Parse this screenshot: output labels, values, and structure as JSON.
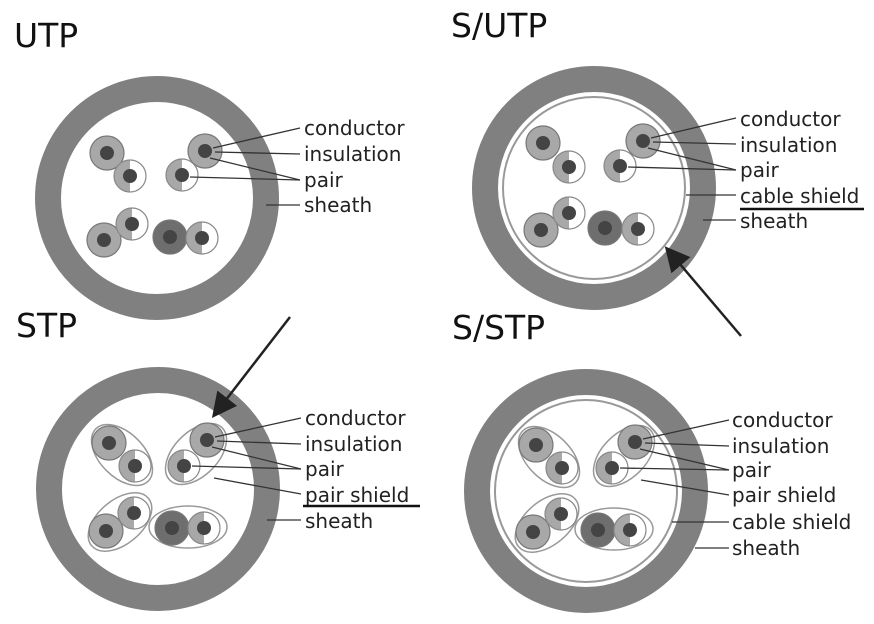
{
  "colors": {
    "sheath": "#808080",
    "conductor_light": "#a8a8a8",
    "conductor_dark": "#6e6e6e",
    "core": "#444444",
    "shield_line": "#999999",
    "arrow": "#222222"
  },
  "panels": [
    {
      "id": "utp",
      "title": "UTP",
      "labels": [
        "conductor",
        "insulation",
        "pair",
        "sheath"
      ],
      "underlined_index": -1
    },
    {
      "id": "s-utp",
      "title": "S/UTP",
      "labels": [
        "conductor",
        "insulation",
        "pair",
        "cable shield",
        "sheath"
      ],
      "underlined_index": 3
    },
    {
      "id": "stp",
      "title": "STP",
      "labels": [
        "conductor",
        "insulation",
        "pair",
        "pair shield",
        "sheath"
      ],
      "underlined_index": 3
    },
    {
      "id": "s-stp",
      "title": "S/STP",
      "labels": [
        "conductor",
        "insulation",
        "pair",
        "pair shield",
        "cable shield",
        "sheath"
      ],
      "underlined_index": -1
    }
  ]
}
